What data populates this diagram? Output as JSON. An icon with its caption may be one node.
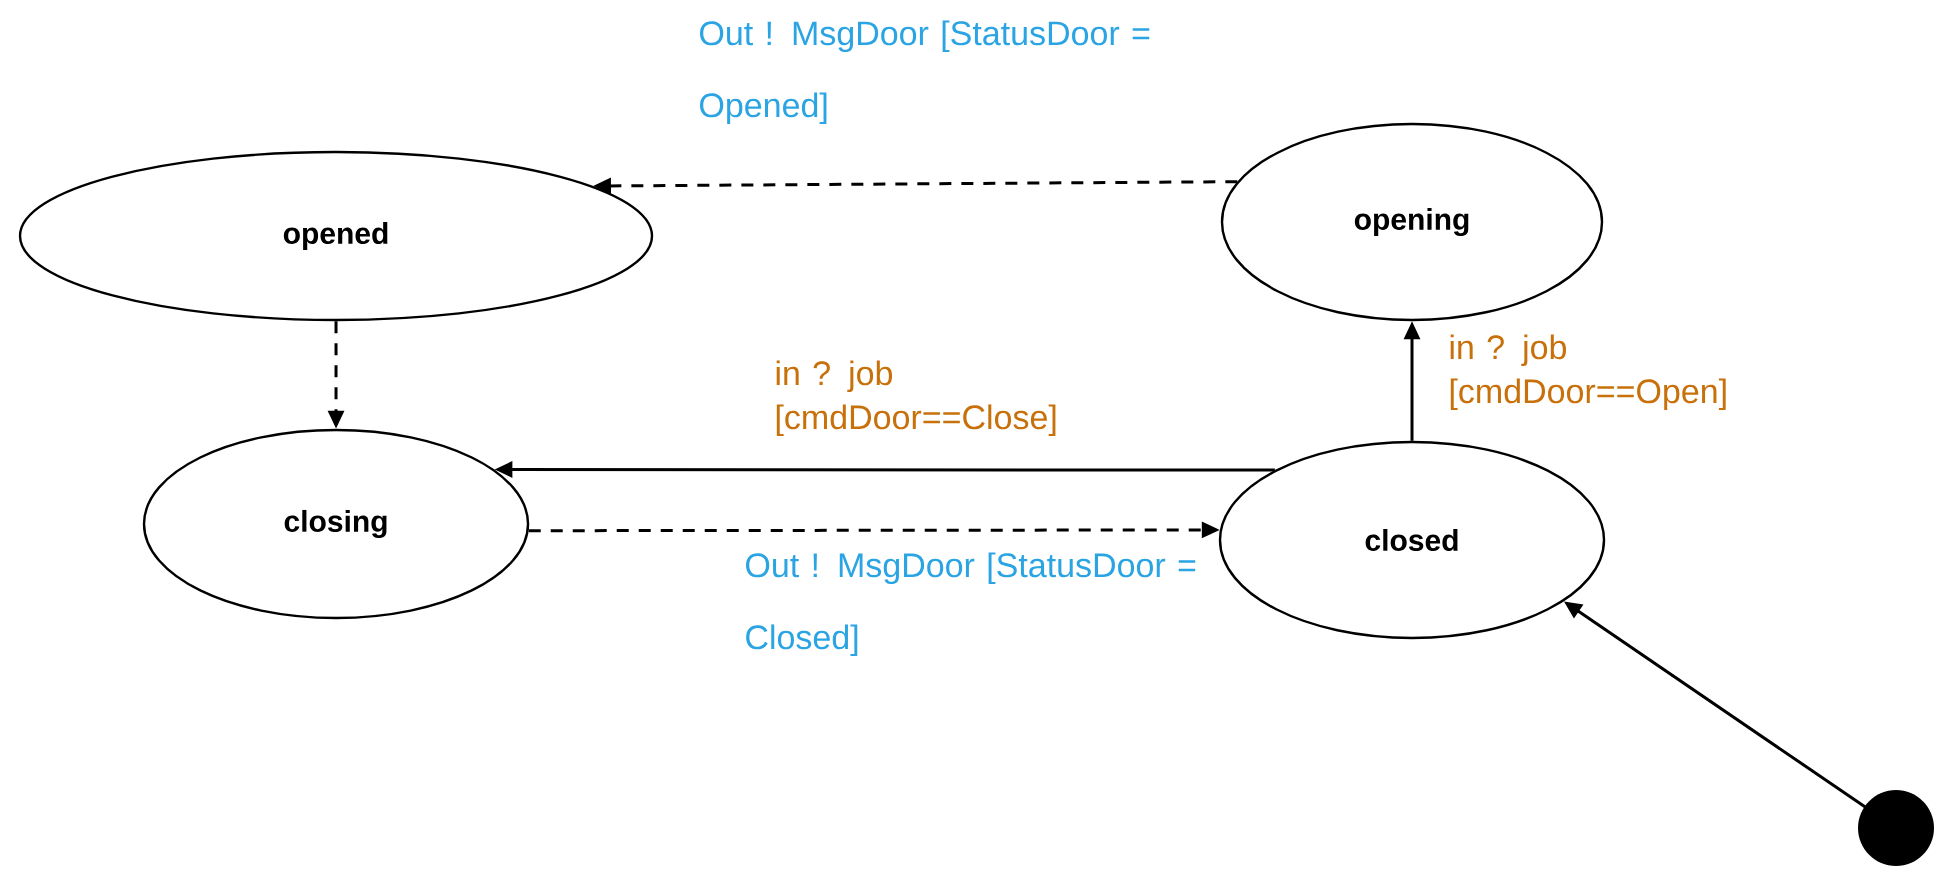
{
  "diagram": {
    "nodes": [
      {
        "text": [
          "opened"
        ]
      },
      {
        "text": [
          "opening"
        ]
      },
      {
        "text": [
          "closing"
        ]
      },
      {
        "text": [
          "closed"
        ]
      },
      {
        "text": [],
        "shape": "circle"
      }
    ],
    "edges": [
      {
        "from": 1,
        "to": 0,
        "arrow": "to",
        "style": "dashed",
        "label": "Out ! MsgDoor [StatusDoor = Opened]"
      },
      {
        "from": 0,
        "to": 2,
        "arrow": "to",
        "style": "dashed"
      },
      {
        "from": 3,
        "to": 2,
        "arrow": "to",
        "label": "in ? job [cmdDoor==Close]"
      },
      {
        "from": 2,
        "to": 3,
        "arrow": "to",
        "style": "dashed",
        "label": "Out ! MsgDoor [StatusDoor = Closed]"
      },
      {
        "from": 3,
        "to": 1,
        "arrow": "to",
        "label": "in ? job [cmdDoor==Open]"
      },
      {
        "from": 4,
        "to": 3,
        "arrow": "to"
      }
    ]
  }
}
